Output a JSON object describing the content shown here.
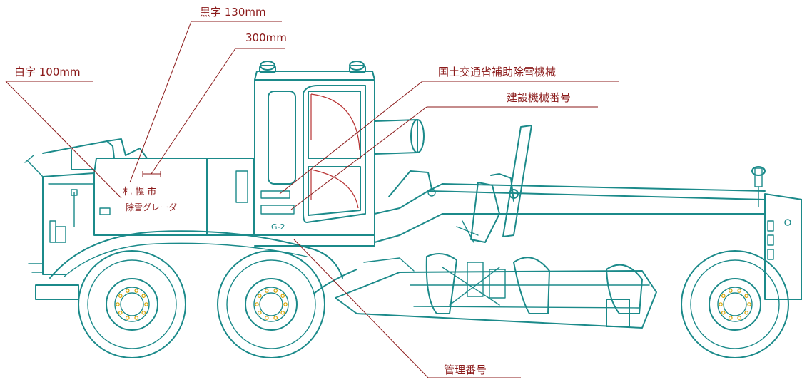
{
  "annotations": {
    "white_text_size": "白字 100mm",
    "black_text_size": "黒字 130mm",
    "dimension_300": "300mm",
    "subsidy_label": "国土交通省補助除雪機械",
    "machine_number": "建設機械番号",
    "management_number": "管理番号"
  },
  "vehicle_markings": {
    "city_name": "札 幌 市",
    "vehicle_type": "除雪グレーダ",
    "unit_code": "G-2"
  },
  "colors": {
    "outline": "#1b8a8a",
    "annotation": "#8b1a1a",
    "hub_bolts": "#d9a400"
  }
}
